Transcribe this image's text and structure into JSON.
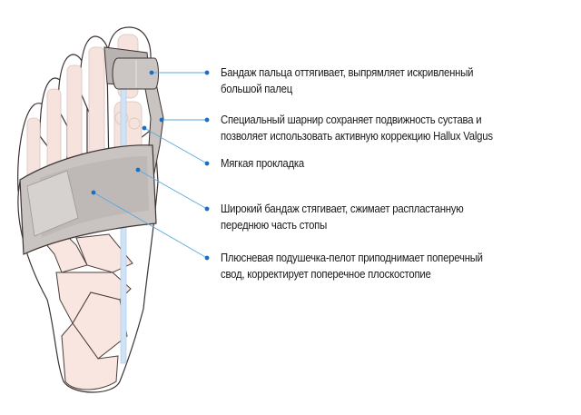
{
  "diagram": {
    "subject": "Hallux valgus corrective bandage on foot",
    "colors": {
      "connector": "#5aa9e0",
      "bullet": "#1a6fc4",
      "bandage": "#c9c4c2",
      "bandage_dark": "#a9a3a1",
      "bone": "#f6e3dd",
      "outline": "#3d3432",
      "splint": "#cfe3f5",
      "text": "#1a1a1a"
    },
    "callouts": [
      {
        "id": "toe-bandage",
        "lines": [
          "Бандаж пальца оттягивает, выпрямляет искривленный",
          "большой палец"
        ]
      },
      {
        "id": "hinge",
        "lines": [
          "Специальный шарнир сохраняет подвижность сустава и",
          "позволяет использовать активную коррекцию Hallux Valgus"
        ]
      },
      {
        "id": "soft-pad",
        "lines": [
          "Мягкая прокладка"
        ]
      },
      {
        "id": "wide-bandage",
        "lines": [
          "Широкий бандаж стягивает, сжимает распластанную",
          "переднюю часть стопы"
        ]
      },
      {
        "id": "metatarsal-pad",
        "lines": [
          "Плюсневая подушечка-пелот приподнимает поперечный",
          "свод, корректирует поперечное плоскостопие"
        ]
      }
    ]
  }
}
